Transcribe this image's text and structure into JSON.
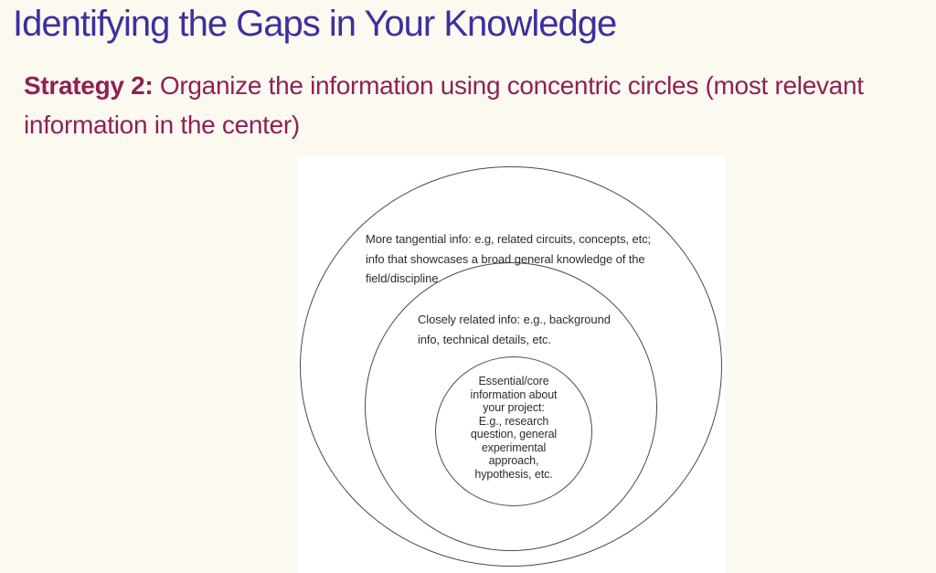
{
  "colors": {
    "slide_bg": "#fcf9f0",
    "panel_bg": "#ffffff",
    "title_color": "#3e2f9e",
    "subtitle_color": "#8e2156",
    "stroke_color": "#4a4a4a",
    "diagram_text_color": "#2d2d2d"
  },
  "header": {
    "title": "Identifying the Gaps in Your Knowledge",
    "subtitle_bold": "Strategy 2:",
    "subtitle_rest": " Organize the information using concentric circles (most relevant information in the center)"
  },
  "diagram": {
    "type": "concentric-circles",
    "rings": [
      {
        "name": "outer",
        "label": "More tangential info: e.g, related circuits, concepts, etc;\ninfo that showcases a broad general knowledge of the\nfield/discipline"
      },
      {
        "name": "middle",
        "label": "Closely related info: e.g., background\ninfo, technical details, etc."
      },
      {
        "name": "inner",
        "label": "Essential/core\ninformation about\nyour project:\nE.g., research\nquestion, general\nexperimental\napproach,\nhypothesis, etc."
      }
    ]
  }
}
